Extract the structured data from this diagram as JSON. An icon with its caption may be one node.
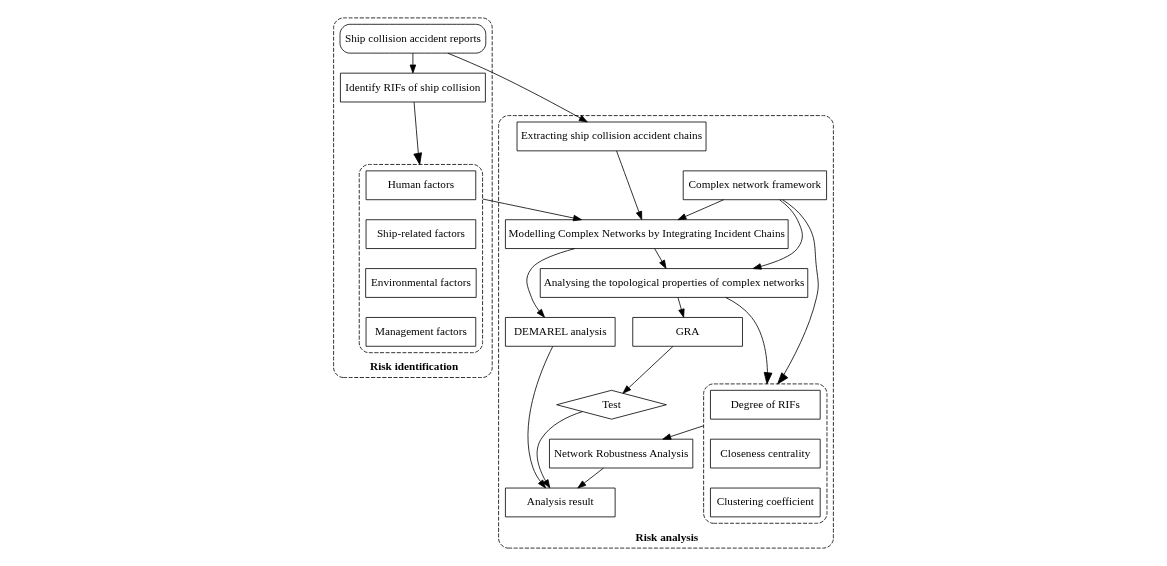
{
  "diagram": {
    "nodes": [
      {
        "text": [
          "Risk identification"
        ]
      },
      {
        "text": [
          "Ship collision accident reports"
        ],
        "in": 0
      },
      {
        "text": [
          "Identify RIFs of ship collision"
        ],
        "in": 0
      },
      {
        "text": [],
        "shape": "box",
        "in": 0
      },
      {
        "text": [
          "Human factors"
        ],
        "in": 3
      },
      {
        "text": [
          "Ship-related factors"
        ],
        "in": 3
      },
      {
        "text": [
          "Environmental factors"
        ],
        "in": 3
      },
      {
        "text": [
          "Management factors"
        ],
        "in": 3
      },
      {
        "text": [
          "Risk analysis"
        ]
      },
      {
        "text": [
          "Network Robustness Analysis"
        ],
        "in": 8
      },
      {
        "text": [
          "Analysis result"
        ],
        "in": 8
      },
      {
        "text": [
          "Extracting ship collision accident chains"
        ],
        "in": 8
      },
      {
        "text": [],
        "shape": "box",
        "in": 8
      },
      {
        "text": [
          "Degree of RIFs"
        ],
        "in": 12
      },
      {
        "text": [
          "Closeness centrality"
        ],
        "in": 12
      },
      {
        "text": [
          "Clustering coefficient"
        ],
        "in": 12
      },
      {
        "text": [
          "Test"
        ],
        "in": 8
      },
      {
        "text": [
          "Complex network framework"
        ],
        "in": 8
      },
      {
        "text": [
          "GRA"
        ],
        "in": 8
      },
      {
        "text": [
          "Modelling Complex Networks by Integrating Incident Chains"
        ],
        "in": 8
      },
      {
        "text": [
          "Analysing the topological properties of complex networks"
        ],
        "in": 8
      },
      {
        "text": [
          "DEMAREL analysis"
        ],
        "in": 8
      }
    ],
    "edges": [
      {
        "from": 1,
        "to": 2,
        "arrow": "to"
      },
      {
        "from": 2,
        "to": 3,
        "arrow": "to"
      },
      {
        "from": 1,
        "to": 11,
        "arrow": "to"
      },
      {
        "from": 11,
        "to": 19,
        "arrow": "to"
      },
      {
        "from": 17,
        "to": 19,
        "arrow": "to"
      },
      {
        "from": 3,
        "to": 19,
        "arrow": "to"
      },
      {
        "from": 17,
        "to": 12,
        "arrow": "to"
      },
      {
        "from": 17,
        "to": 20,
        "arrow": "to"
      },
      {
        "from": 19,
        "to": 20,
        "arrow": "to"
      },
      {
        "from": 19,
        "to": 21,
        "arrow": "to"
      },
      {
        "from": 20,
        "to": 12,
        "arrow": "to"
      },
      {
        "from": 20,
        "to": 18,
        "arrow": "to"
      },
      {
        "from": 18,
        "to": 16,
        "arrow": "to"
      },
      {
        "from": 16,
        "to": 10,
        "arrow": "to"
      },
      {
        "from": 12,
        "to": 9,
        "arrow": "to"
      },
      {
        "from": 9,
        "to": 10,
        "arrow": "to"
      },
      {
        "from": 21,
        "to": 10,
        "arrow": "to"
      }
    ]
  }
}
